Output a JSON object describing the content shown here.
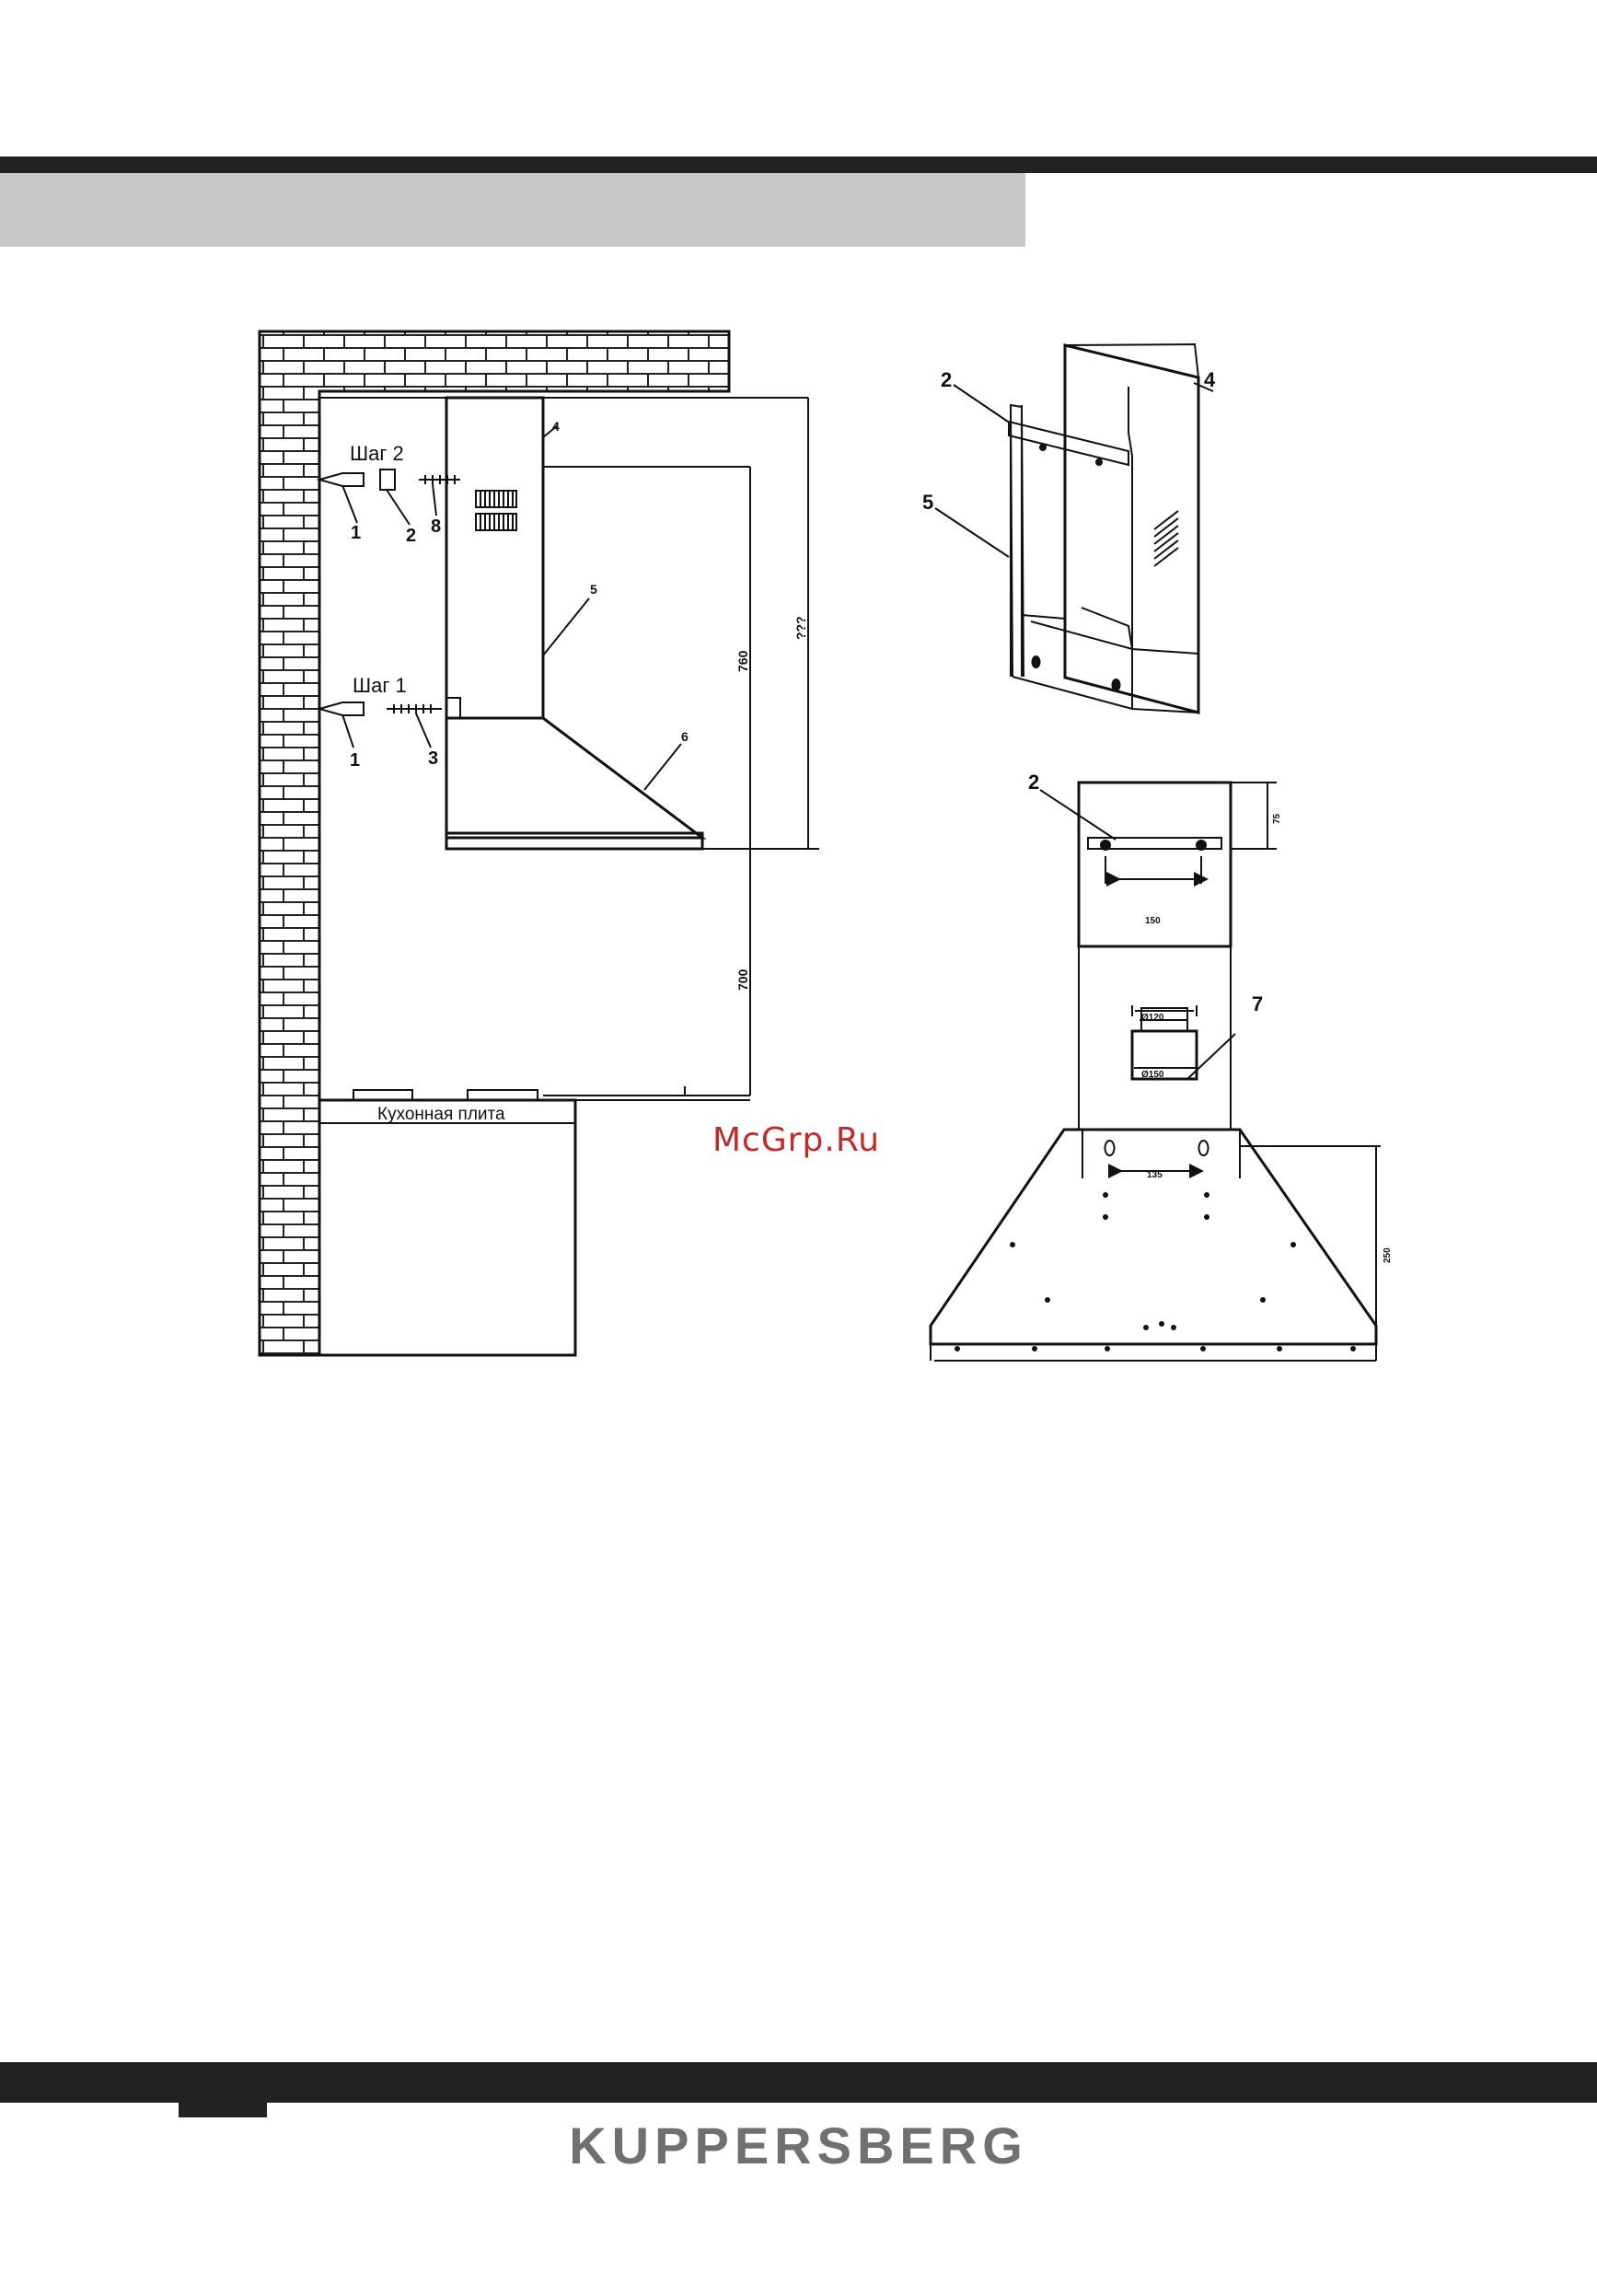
{
  "page": {
    "brand": "KUPPERSBERG",
    "watermark": "McGrp.Ru"
  },
  "left_diagram": {
    "step1": "Шаг 1",
    "step2": "Шаг 2",
    "stove_label": "Кухонная плита",
    "callouts": [
      "1",
      "2",
      "8",
      "1",
      "3",
      "4",
      "5",
      "6"
    ],
    "dimensions": {
      "hood_height": "760",
      "total_height": "???",
      "stove_clearance": "700"
    }
  },
  "top_right_diagram": {
    "callouts": [
      "2",
      "4",
      "5"
    ]
  },
  "bottom_right_diagram": {
    "callouts": [
      "2",
      "7"
    ],
    "dimensions": {
      "top_offset": "75",
      "bracket_span": "150",
      "outlet_top": "Ø120",
      "outlet_bottom": "Ø150",
      "hook_span": "135",
      "body_height": "250"
    }
  },
  "colors": {
    "bars": "#222222",
    "band": "#c8c8c8",
    "brand": "#707070",
    "watermark": "#c62828"
  }
}
